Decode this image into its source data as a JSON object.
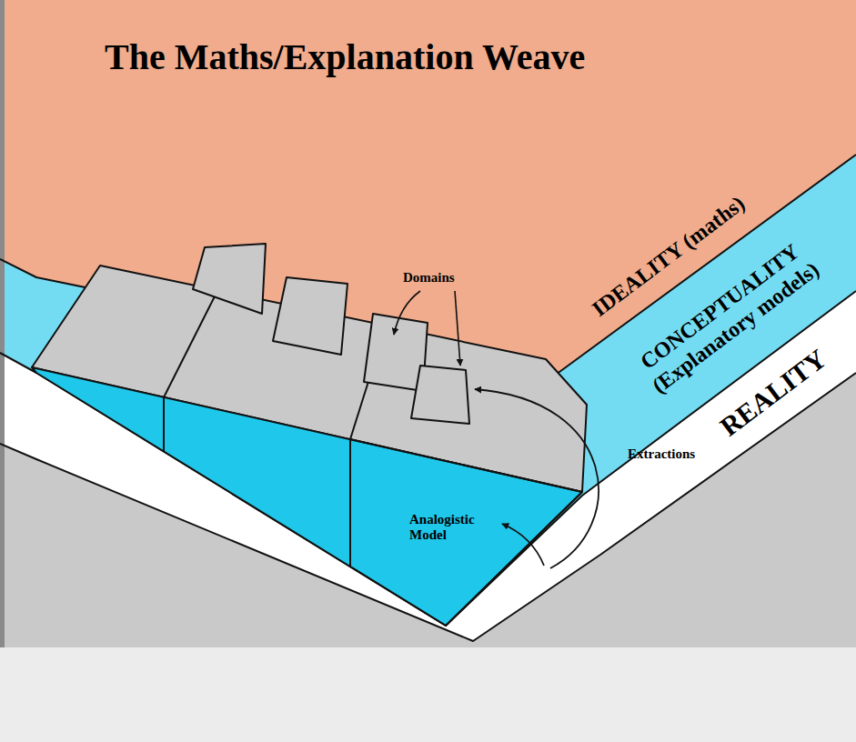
{
  "diagram": {
    "title": "The Maths/Explanation Weave",
    "nodes": [
      {
        "text": [
          "Analogistic Model"
        ]
      }
    ],
    "labels": [
      "IDEALITY (maths)",
      "CONCEPTUALITY (Explanatory models)",
      "REALITY",
      "Domains",
      "Extractions"
    ]
  }
}
